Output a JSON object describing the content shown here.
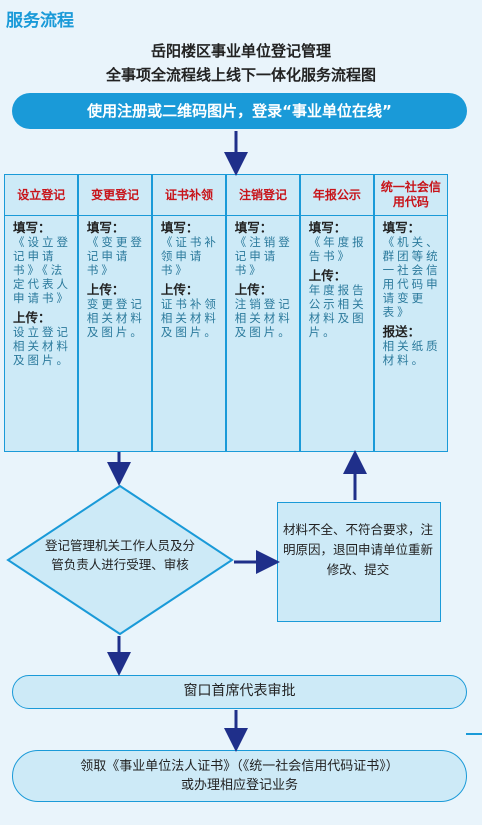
{
  "header": {
    "label": "服务流程"
  },
  "title": {
    "line1": "岳阳楼区事业单位登记管理",
    "line2": "全事项全流程线上线下一体化服务流程图"
  },
  "top_bar": {
    "text": "使用注册或二维码图片，登录“事业单位在线”"
  },
  "steps": [
    {
      "head": "设立登记",
      "fill_label": "填写：",
      "fill_text": "《设立登记申请书》《法定代表人申请书》",
      "upload_label": "上传：",
      "upload_text": "设立登记相关材料及图片。"
    },
    {
      "head": "变更登记",
      "fill_label": "填写：",
      "fill_text": "《变更登记申请书》",
      "upload_label": "上传：",
      "upload_text": "变更登记相关材料及图片。"
    },
    {
      "head": "证书补领",
      "fill_label": "填写：",
      "fill_text": "《证书补领申请书》",
      "upload_label": "上传：",
      "upload_text": "证书补领相关材料及图片。"
    },
    {
      "head": "注销登记",
      "fill_label": "填写：",
      "fill_text": "《注销登记申请书》",
      "upload_label": "上传：",
      "upload_text": "注销登记相关材料及图片。"
    },
    {
      "head": "年报公示",
      "fill_label": "填写：",
      "fill_text": "《年度报告书》",
      "upload_label": "上传：",
      "upload_text": "年度报告公示相关材料及图片。"
    },
    {
      "head": "统一社会信用代码",
      "fill_label": "填写：",
      "fill_text": "《机关、群团等统一社会信用代码申请变更表》",
      "upload_label": "报送：",
      "upload_text": "相关纸质材料。"
    }
  ],
  "review": {
    "text": "登记管理机关工作人员及分管负责人进行受理、审核"
  },
  "reject": {
    "text": "材料不全、不符合要求，注明原因，退回申请单位重新修改、提交"
  },
  "approve": {
    "text": "窗口首席代表审批"
  },
  "final": {
    "line1": "领取《事业单位法人证书》（《统一社会信用代码证书》）",
    "line2": "或办理相应登记业务"
  },
  "colors": {
    "accent": "#1a9ad8",
    "box_fill": "#cdeaf7",
    "head_red": "#c8141a",
    "arrow": "#1f2f8a"
  }
}
